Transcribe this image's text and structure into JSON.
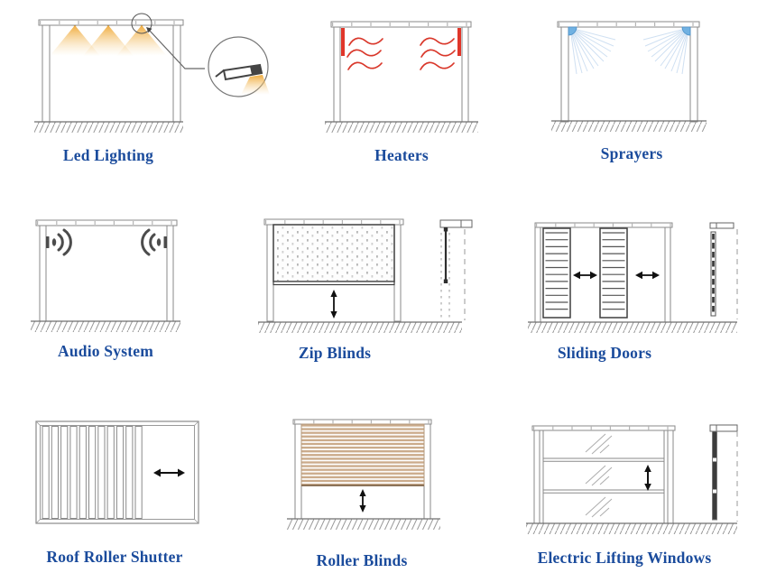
{
  "page": {
    "background_color": "#ffffff"
  },
  "colors": {
    "label_text": "#1a4b9c",
    "line_gray": "#8a8a8a",
    "dark_line": "#3f3f3f",
    "led_amber": "#efa733",
    "heater_red": "#e0362a",
    "sprayer_blue": "#70b1e2",
    "spray_mist": "#cfe0f2",
    "speaker_gray": "#4c4c4c",
    "blind_tan": "#cbab8b",
    "arrow_black": "#111111"
  },
  "cells": [
    {
      "id": "led-lighting",
      "label": "Led Lighting"
    },
    {
      "id": "heaters",
      "label": "Heaters"
    },
    {
      "id": "sprayers",
      "label": "Sprayers"
    },
    {
      "id": "audio-system",
      "label": "Audio System"
    },
    {
      "id": "zip-blinds",
      "label": "Zip Blinds"
    },
    {
      "id": "sliding-doors",
      "label": "Sliding Doors"
    },
    {
      "id": "roof-roller-shutter",
      "label": "Roof Roller Shutter"
    },
    {
      "id": "roller-blinds",
      "label": "Roller Blinds"
    },
    {
      "id": "electric-lifting-windows",
      "label": "Electric Lifting Windows"
    }
  ]
}
